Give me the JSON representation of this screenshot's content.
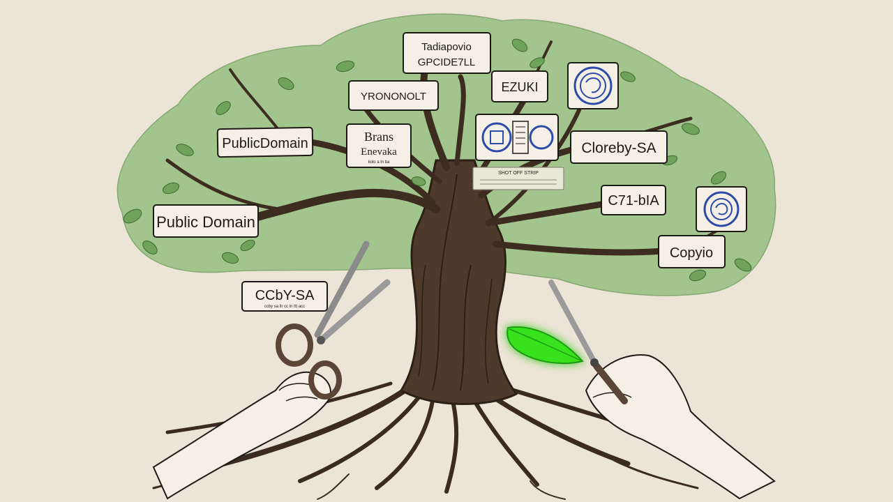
{
  "colors": {
    "background": "#ece4d6",
    "canopy": "#9fc48a",
    "trunk": "#4e3a2b",
    "bark_line": "#2b1f16",
    "leaf": "#6fa25a",
    "glow_leaf": "#37e21f",
    "label_fill": "#f5f0e6",
    "ink": "#1d1a16",
    "seal_blue": "#2c4aa8",
    "scissor_handle": "#5a4536",
    "skin": "#f6efe6"
  },
  "labels": {
    "public_domain_upper": "PublicDomain",
    "public_domain_lower": "Public Domain",
    "cc_by_sa_left": "CCbY-SA",
    "cc_by_sa_left_small": "ccby sa llr cc ln ttt acc",
    "top_line1": "Tadiapovio",
    "top_line2": "GPCIDE7LL",
    "yronont": "YRONONOLT",
    "brans_line1": "Brans",
    "brans_line2": "Enevaka",
    "brans_small": "kolo a ln ba",
    "ezuki": "EZUKI",
    "center_strip": "SHOT OFF STRIP",
    "ccreby_sa": "Cloreby-SA",
    "c71_bia": "C71-bIA",
    "copyio": "Copyio"
  },
  "icons": [
    "scissors-icon",
    "pruning-shears-icon",
    "glowing-leaf-icon",
    "license-seal-icon"
  ]
}
